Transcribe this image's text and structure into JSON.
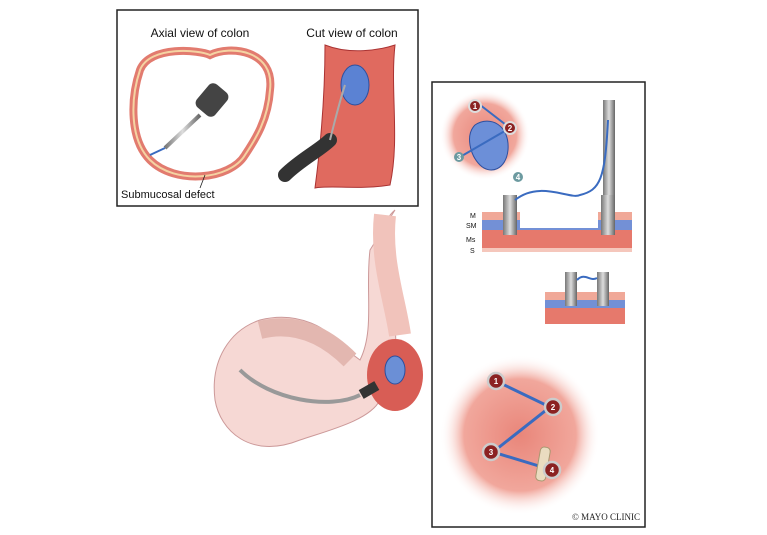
{
  "inset": {
    "axial_title": "Axial view of colon",
    "cut_title": "Cut view of colon",
    "defect_label": "Submucosal defect"
  },
  "layers": {
    "m": "M",
    "sm": "SM",
    "ms": "Ms",
    "s": "S"
  },
  "anchors": [
    "1",
    "2",
    "3",
    "4"
  ],
  "credit": "© MAYO CLINIC",
  "colors": {
    "tissue": "#e47a6e",
    "mesh": "#4a6fc9",
    "suture": "#3a6bc0",
    "frame": "#222222"
  }
}
